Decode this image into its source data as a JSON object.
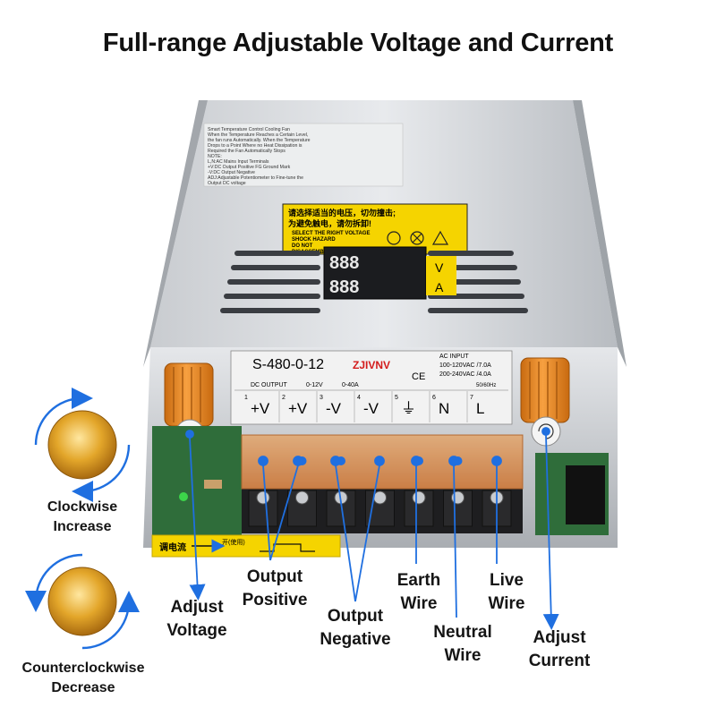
{
  "title": "Full-range Adjustable Voltage and Current",
  "label_notes": {
    "lines": [
      "Smart Temperature Control Cooling Fan",
      "When the Temperature Reaches a Certain Level,",
      "the fan runs Automatically. When the Temperature",
      "Drops to a Point Where no Heat Dissipation is",
      "Required the Fan Automatically Stops",
      "NOTE:",
      "L,N:AC Mains Input Terminals",
      "+V:DC Output Positive FG Ground Mark",
      "-V:DC Output Negative",
      "ADJ:Adjustable Potentiometer to Fine-tune the",
      "Output DC voltage"
    ]
  },
  "warning": {
    "cn_line1": "请选择适当的电压，切勿撞击;",
    "cn_line2": "为避免触电，请勿拆卸!",
    "items": [
      "SELECT THE RIGHT VOLTAGE",
      "SHOCK HAZARD",
      "DO NOT",
      "DISASSEMBLE!"
    ]
  },
  "display": {
    "voltage_digits": "888",
    "current_digits": "888",
    "voltage_unit": "V",
    "current_unit": "A"
  },
  "plate": {
    "model": "S-480-0-12",
    "brand": "ZJIVNV",
    "ac_input": "AC  INPUT",
    "ac_line1": "100-120VAC /7.0A",
    "ac_line2": "200-240VAC /4.0A",
    "freq": "50/60Hz",
    "dc_output": "DC  OUTPUT",
    "voltage_range": "0-12V",
    "current_range": "0-40A",
    "ce": "CE",
    "terminals": [
      {
        "num": "1",
        "label": "+V"
      },
      {
        "num": "2",
        "label": "+V"
      },
      {
        "num": "3",
        "label": "-V"
      },
      {
        "num": "4",
        "label": "-V"
      },
      {
        "num": "5",
        "label": "⏚"
      },
      {
        "num": "6",
        "label": "N"
      },
      {
        "num": "7",
        "label": "L"
      }
    ]
  },
  "bottom_tag": {
    "left": "调电流",
    "right": "开(使用)"
  },
  "callouts": {
    "adjust_voltage": "Adjust\nVoltage",
    "output_positive": "Output\nPositive",
    "output_negative": "Output\nNegative",
    "earth_wire": "Earth\nWire",
    "neutral_wire": "Neutral\nWire",
    "live_wire": "Live\nWire",
    "adjust_current": "Adjust\nCurrent"
  },
  "knobs": {
    "clockwise": "Clockwise\nIncrease",
    "counterclockwise": "Counterclockwise\nDecrease"
  },
  "colors": {
    "accent_blue": "#1f6fe0",
    "knob_orange": "#f08a1e",
    "warning_yellow": "#f5d400",
    "terminal_amber": "#e8a060"
  }
}
